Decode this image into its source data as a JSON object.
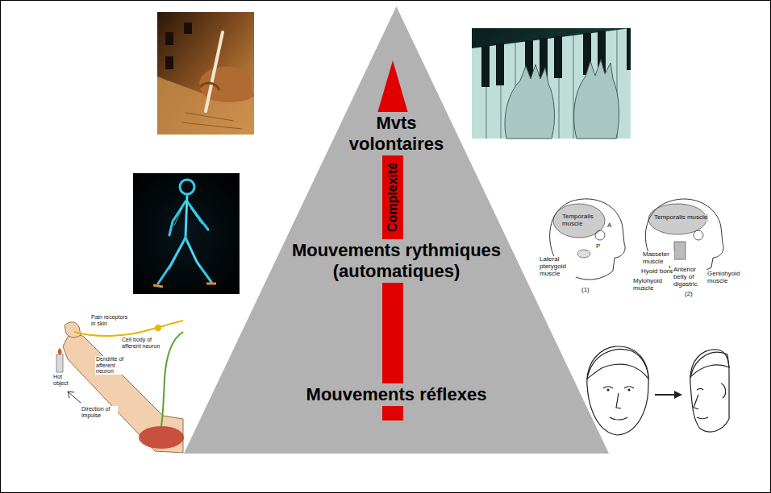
{
  "diagram": {
    "nodes": [
      {
        "text": [
          "Mvts volontaires",
          "Mouvements rythmiques (automatiques)",
          "Mouvements réflexes"
        ]
      }
    ],
    "labels": [
      "Complexité",
      "Temporalis muscle",
      "A",
      "P",
      "Lateral pterygoid muscle",
      "(1)",
      "Temporalis muscle",
      "Masseter muscle",
      "Hyoid bone",
      "Mylohyoid muscle",
      "Anterior belly of digastric",
      "Geniohyoid muscle",
      "(2)",
      "Hot object",
      "Pain receptors in skin",
      "Cell body of afferent neuron",
      "Dendrite of afferent neuron",
      "Direction of impulse"
    ]
  }
}
